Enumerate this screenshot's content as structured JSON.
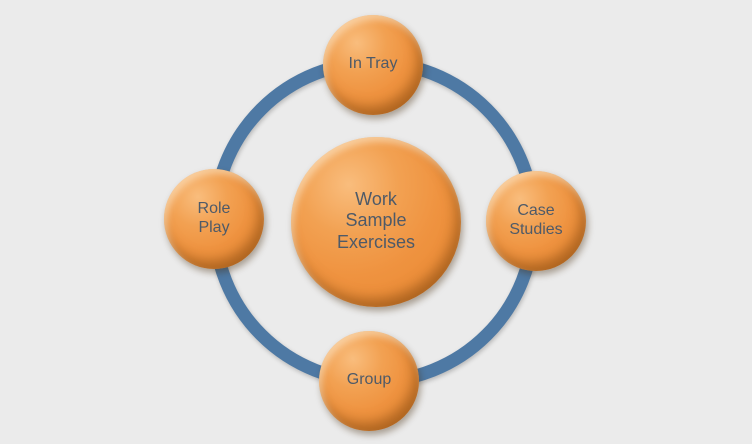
{
  "diagram": {
    "center": {
      "label": "Work\nSample\nExercises"
    },
    "satellites": [
      {
        "id": "top",
        "label": "In Tray"
      },
      {
        "id": "right",
        "label": "Case\nStudies"
      },
      {
        "id": "bottom",
        "label": "Group"
      },
      {
        "id": "left",
        "label": "Role\nPlay"
      }
    ]
  },
  "colors": {
    "background": "#ebebeb",
    "ring": "#4e79a4",
    "node_fill": "#ef9340",
    "label_text": "#4e5a68"
  }
}
